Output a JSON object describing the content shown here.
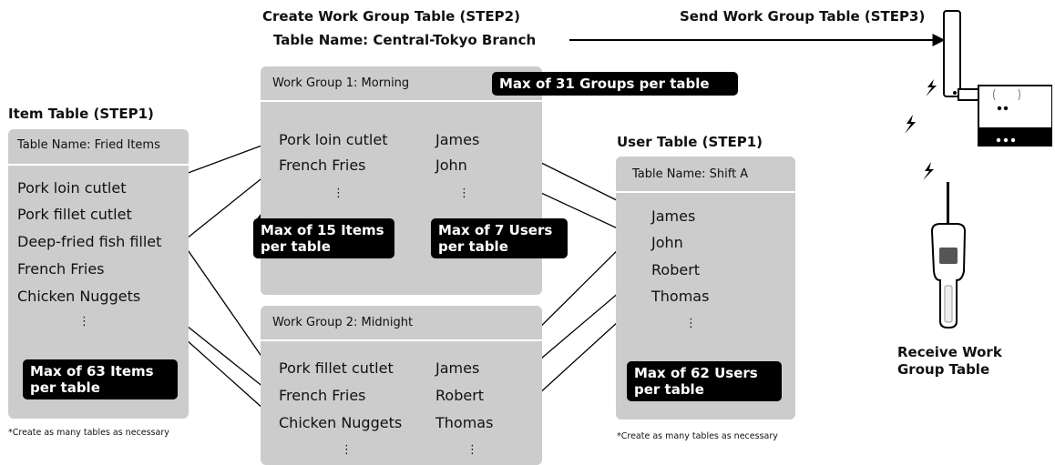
{
  "step2": {
    "title": "Create Work Group Table (STEP2)",
    "table_name": "Table Name: Central-Tokyo Branch"
  },
  "step3": {
    "title": "Send Work Group Table (STEP3)"
  },
  "item_table": {
    "title": "Item Table (STEP1)",
    "table_name": "Table Name: Fried Items",
    "items": [
      "Pork loin cutlet",
      "Pork fillet cutlet",
      "Deep-fried fish fillet",
      "French Fries",
      "Chicken Nuggets"
    ],
    "more": "⋮",
    "callout": "Max of 63 Items per table",
    "note": "*Create as many tables as necessary"
  },
  "work_group_1": {
    "header": "Work Group 1: Morning",
    "callout": "Max of 31 Groups per table",
    "items": [
      "Pork loin cutlet",
      "French Fries"
    ],
    "users": [
      "James",
      "John"
    ],
    "more": "⋮",
    "items_callout": "Max of 15 Items per table",
    "users_callout": "Max of 7 Users per table"
  },
  "work_group_2": {
    "header": "Work Group 2: Midnight",
    "items": [
      "Pork fillet cutlet",
      "French Fries",
      "Chicken Nuggets"
    ],
    "users": [
      "James",
      "Robert",
      "Thomas"
    ],
    "more": "⋮"
  },
  "user_table": {
    "title": "User Table (STEP1)",
    "table_name": "Table Name: Shift A",
    "users": [
      "James",
      "John",
      "Robert",
      "Thomas"
    ],
    "more": "⋮",
    "callout": "Max of 62 Users per table",
    "note": "*Create as many tables as necessary"
  },
  "receive": {
    "label": "Receive Work Group Table"
  },
  "colors": {
    "panel": "#cccccc",
    "callout": "#000000",
    "text": "#111111"
  },
  "icons": [
    "arrow-icon",
    "antenna-icon",
    "base-station-icon",
    "signal-icon",
    "handheld-scanner-icon"
  ]
}
